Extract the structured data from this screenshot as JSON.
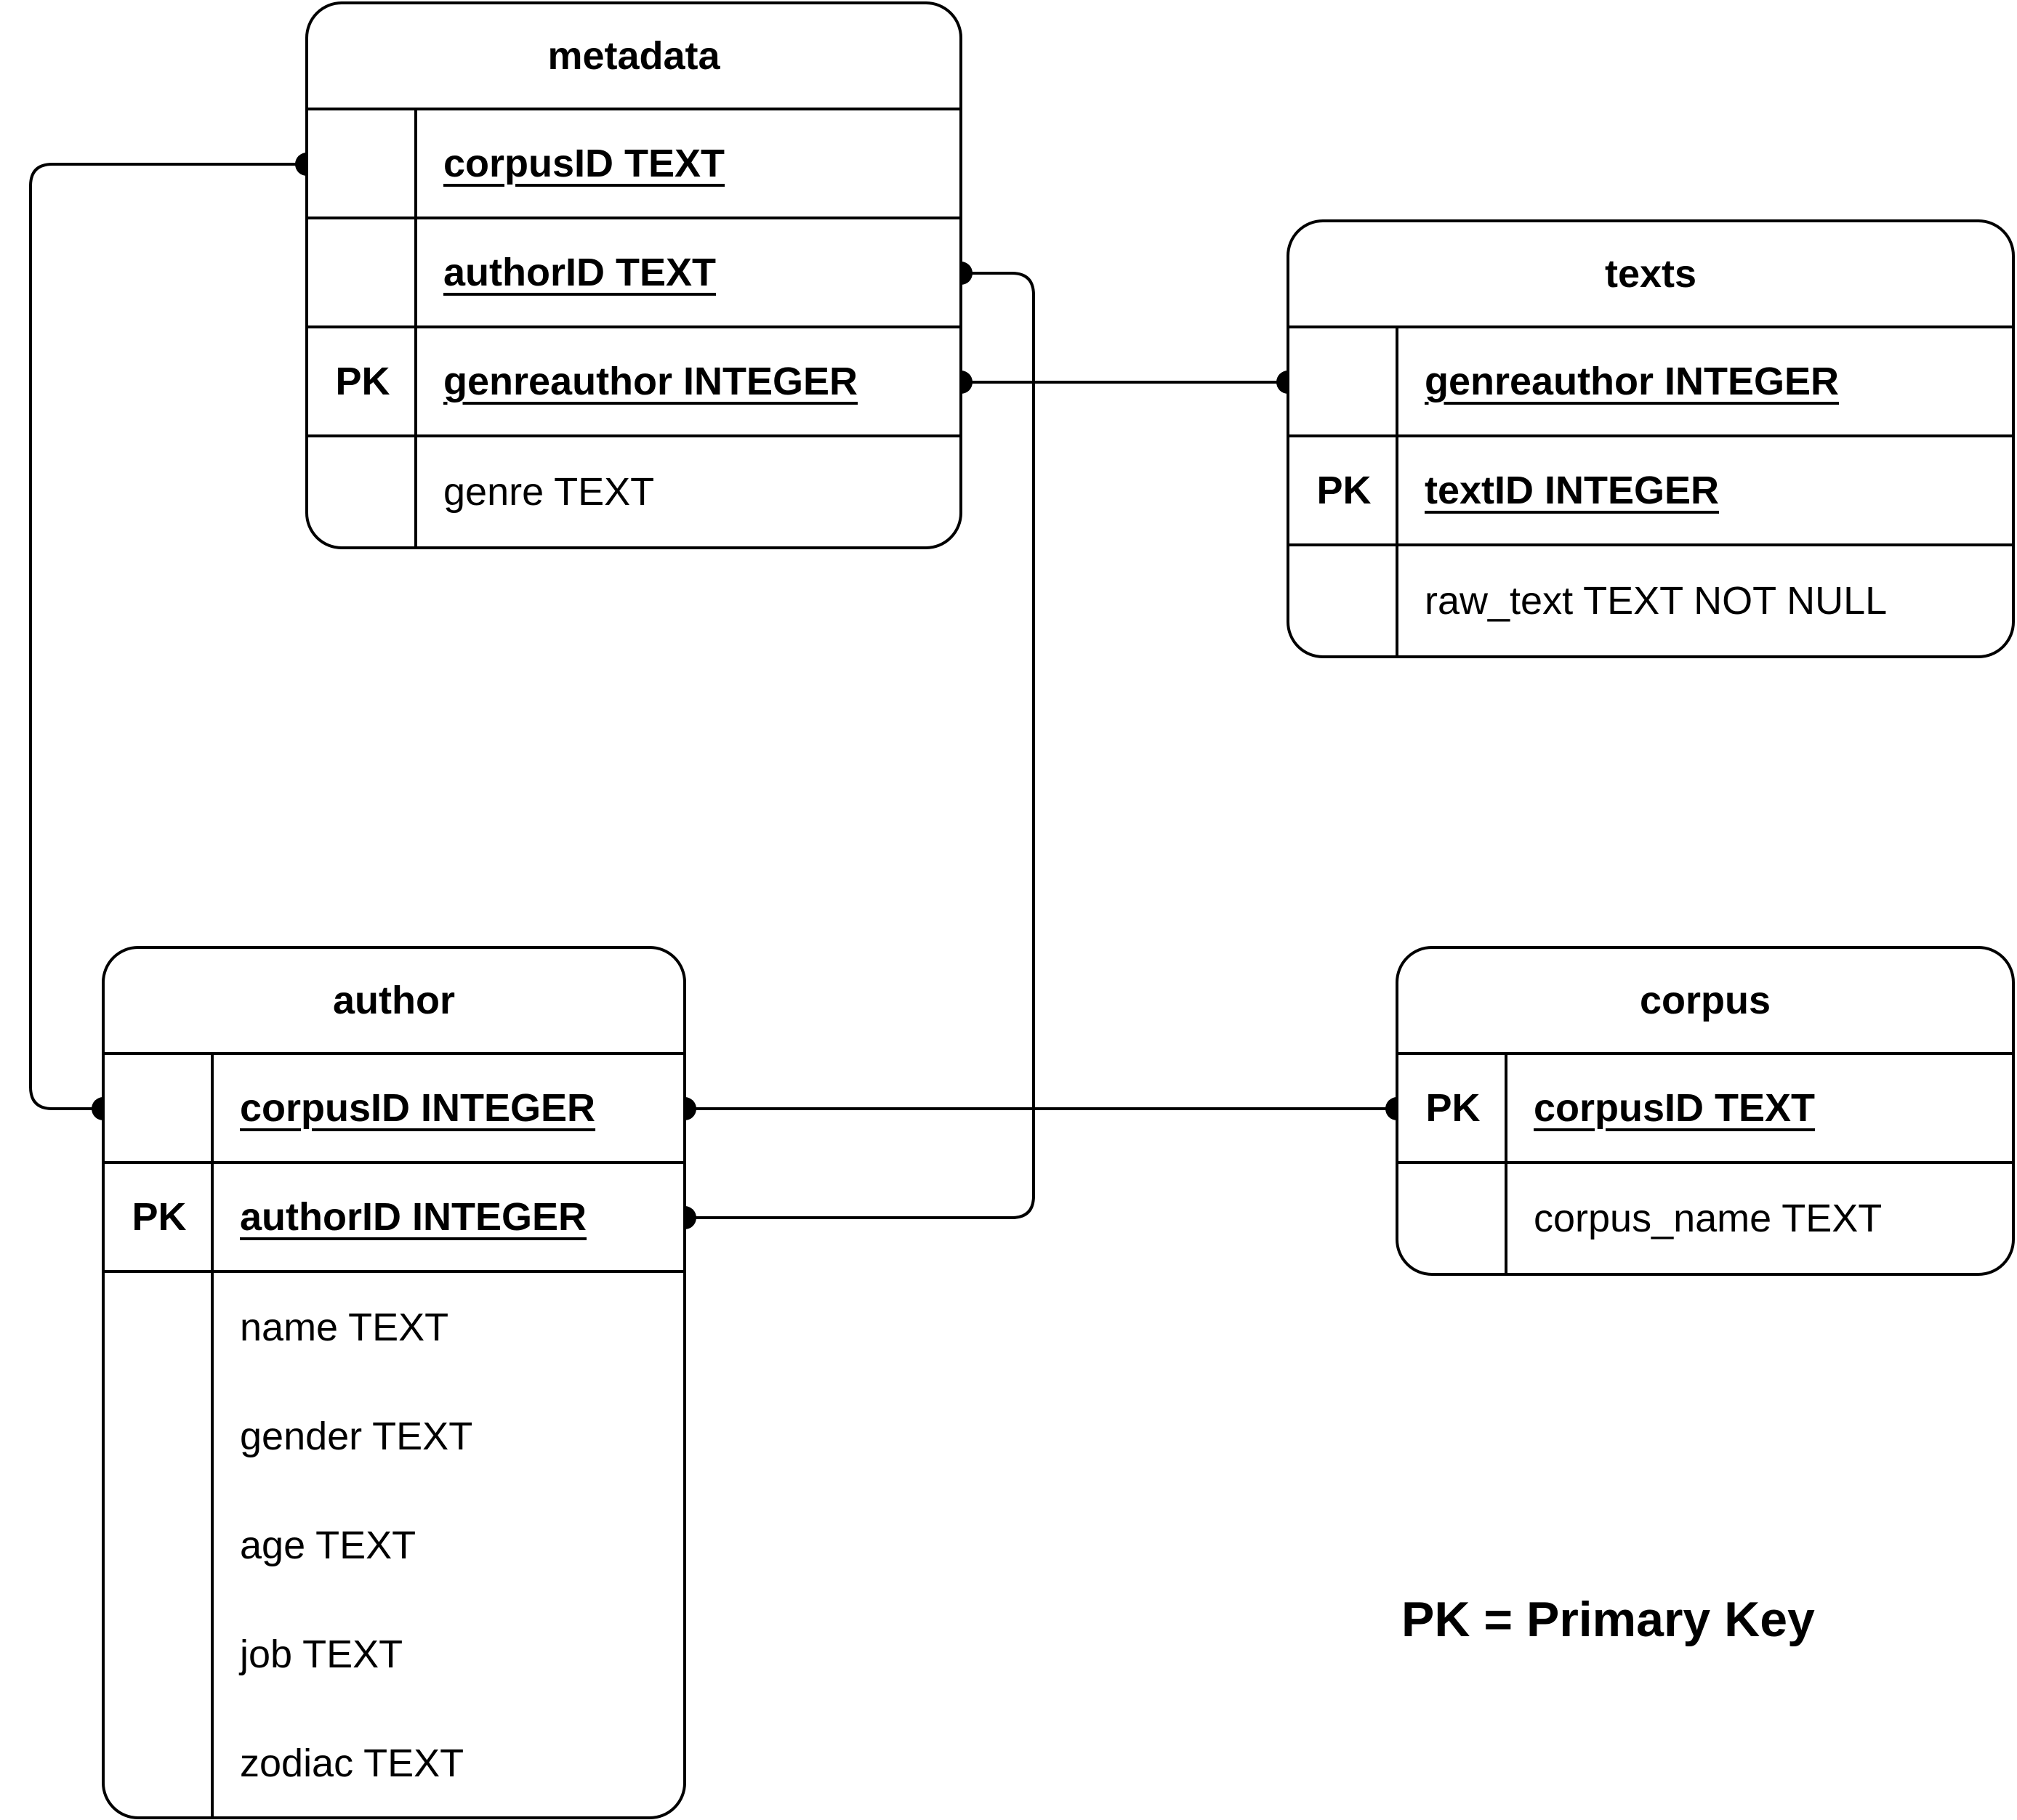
{
  "entities": {
    "metadata": {
      "title": "metadata",
      "fields": [
        {
          "key": "",
          "label": "corpusID TEXT",
          "emph": true
        },
        {
          "key": "",
          "label": "authorID TEXT",
          "emph": true
        },
        {
          "key": "PK",
          "label": "genreauthor INTEGER",
          "emph": true
        },
        {
          "key": "",
          "label": "genre TEXT",
          "emph": false
        }
      ]
    },
    "texts": {
      "title": "texts",
      "fields": [
        {
          "key": "",
          "label": "genreauthor INTEGER",
          "emph": true
        },
        {
          "key": "PK",
          "label": "textID INTEGER",
          "emph": true
        },
        {
          "key": "",
          "label": "raw_text TEXT NOT NULL",
          "emph": false
        }
      ]
    },
    "author": {
      "title": "author",
      "fields": [
        {
          "key": "",
          "label": "corpusID INTEGER",
          "emph": true
        },
        {
          "key": "PK",
          "label": "authorID INTEGER",
          "emph": true
        },
        {
          "key": "",
          "label": "name TEXT",
          "emph": false
        },
        {
          "key": "",
          "label": "gender TEXT",
          "emph": false
        },
        {
          "key": "",
          "label": "age TEXT",
          "emph": false
        },
        {
          "key": "",
          "label": "job TEXT",
          "emph": false
        },
        {
          "key": "",
          "label": "zodiac TEXT",
          "emph": false
        }
      ]
    },
    "corpus": {
      "title": "corpus",
      "fields": [
        {
          "key": "PK",
          "label": "corpusID TEXT",
          "emph": true
        },
        {
          "key": "",
          "label": "corpus_name TEXT",
          "emph": false
        }
      ]
    }
  },
  "legend": "PK = Primary Key",
  "relations": [
    {
      "from": "metadata.corpusID",
      "to": "author.corpusID"
    },
    {
      "from": "metadata.authorID",
      "to": "author.authorID"
    },
    {
      "from": "metadata.genreauthor",
      "to": "texts.genreauthor"
    },
    {
      "from": "author.corpusID",
      "to": "corpus.corpusID"
    }
  ],
  "colors": {
    "stroke": "#000000",
    "background": "#ffffff"
  }
}
